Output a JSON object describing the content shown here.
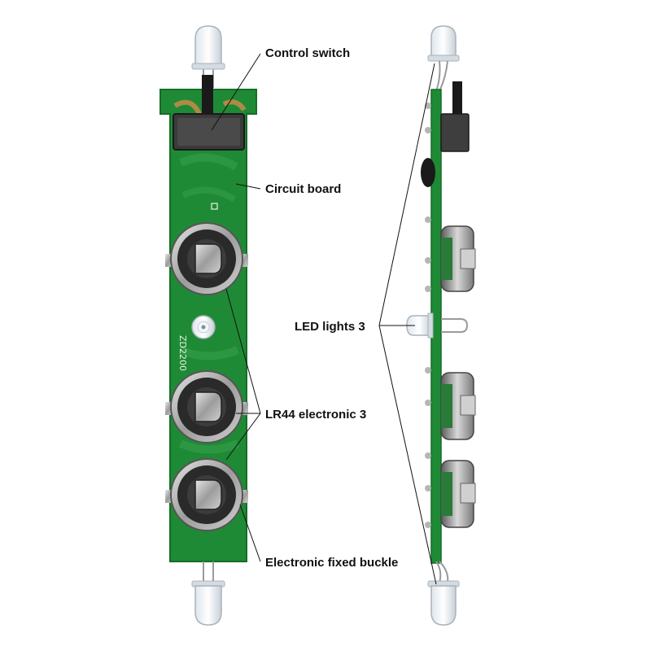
{
  "labels": {
    "control_switch": "Control switch",
    "circuit_board": "Circuit board",
    "led_lights": "LED lights 3",
    "lr44": "LR44 electronic 3",
    "buckle": "Electronic fixed buckle"
  },
  "board_marking": "ZD2200",
  "colors": {
    "pcb": "#1f8a35",
    "pcb_edge": "#156d27",
    "copper": "#c98a4a",
    "battery_metal": "#b8b8b8",
    "battery_dark": "#2a2a2a",
    "leader_line": "#111111"
  }
}
